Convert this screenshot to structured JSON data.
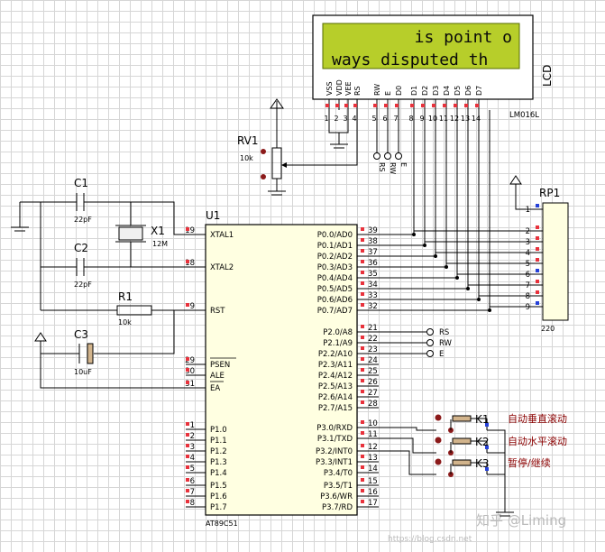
{
  "lcd": {
    "line1": "is point o",
    "line2": "ways disputed th",
    "title": "LCD",
    "model": "LM016L",
    "pin_names": [
      "VSS",
      "VDD",
      "VEE",
      "RS",
      "RW",
      "E",
      "D0",
      "D1",
      "D2",
      "D3",
      "D4",
      "D5",
      "D6",
      "D7"
    ],
    "pin_numbers": [
      "1",
      "2",
      "3",
      "4",
      "5",
      "6",
      "7",
      "8",
      "9",
      "10",
      "11",
      "12",
      "13",
      "14"
    ],
    "terminals": [
      "RS",
      "RW",
      "E"
    ]
  },
  "rv1": {
    "ref": "RV1",
    "value": "10k"
  },
  "rp1": {
    "ref": "RP1",
    "value": "220",
    "pins": [
      "1",
      "2",
      "3",
      "4",
      "5",
      "6",
      "7",
      "8",
      "9"
    ]
  },
  "c1": {
    "ref": "C1",
    "value": "22pF"
  },
  "c2": {
    "ref": "C2",
    "value": "22pF"
  },
  "x1": {
    "ref": "X1",
    "value": "12M"
  },
  "r1": {
    "ref": "R1",
    "value": "10k"
  },
  "c3": {
    "ref": "C3",
    "value": "10uF"
  },
  "u1": {
    "ref": "U1",
    "model": "AT89C51",
    "left_pins": [
      {
        "num": "19",
        "name": "XTAL1"
      },
      {
        "num": "18",
        "name": "XTAL2"
      },
      {
        "num": "9",
        "name": "RST"
      },
      {
        "num": "29",
        "name": "PSEN"
      },
      {
        "num": "30",
        "name": "ALE"
      },
      {
        "num": "31",
        "name": "EA"
      },
      {
        "num": "1",
        "name": "P1.0"
      },
      {
        "num": "2",
        "name": "P1.1"
      },
      {
        "num": "3",
        "name": "P1.2"
      },
      {
        "num": "4",
        "name": "P1.3"
      },
      {
        "num": "5",
        "name": "P1.4"
      },
      {
        "num": "6",
        "name": "P1.5"
      },
      {
        "num": "7",
        "name": "P1.6"
      },
      {
        "num": "8",
        "name": "P1.7"
      }
    ],
    "right_pins": [
      {
        "num": "39",
        "name": "P0.0/AD0"
      },
      {
        "num": "38",
        "name": "P0.1/AD1"
      },
      {
        "num": "37",
        "name": "P0.2/AD2"
      },
      {
        "num": "36",
        "name": "P0.3/AD3"
      },
      {
        "num": "35",
        "name": "P0.4/AD4"
      },
      {
        "num": "34",
        "name": "P0.5/AD5"
      },
      {
        "num": "33",
        "name": "P0.6/AD6"
      },
      {
        "num": "32",
        "name": "P0.7/AD7"
      },
      {
        "num": "21",
        "name": "P2.0/A8"
      },
      {
        "num": "22",
        "name": "P2.1/A9"
      },
      {
        "num": "23",
        "name": "P2.2/A10"
      },
      {
        "num": "24",
        "name": "P2.3/A11"
      },
      {
        "num": "25",
        "name": "P2.4/A12"
      },
      {
        "num": "26",
        "name": "P2.5/A13"
      },
      {
        "num": "27",
        "name": "P2.6/A14"
      },
      {
        "num": "28",
        "name": "P2.7/A15"
      },
      {
        "num": "10",
        "name": "P3.0/RXD"
      },
      {
        "num": "11",
        "name": "P3.1/TXD"
      },
      {
        "num": "12",
        "name": "P3.2/INT0"
      },
      {
        "num": "13",
        "name": "P3.3/INT1"
      },
      {
        "num": "14",
        "name": "P3.4/T0"
      },
      {
        "num": "15",
        "name": "P3.5/T1"
      },
      {
        "num": "16",
        "name": "P3.6/WR"
      },
      {
        "num": "17",
        "name": "P3.7/RD"
      }
    ]
  },
  "p2_terminals": [
    "RS",
    "RW",
    "E"
  ],
  "keys": [
    {
      "ref": "K1",
      "label": "自动垂直滚动"
    },
    {
      "ref": "K2",
      "label": "自动水平滚动"
    },
    {
      "ref": "K3",
      "label": "暂停/继续"
    }
  ],
  "watermark": "知乎 @Liming",
  "colors": {
    "lcd_bg": "#b7ce2a",
    "chip_fill": "#ffffe1",
    "wire": "#000000",
    "pin_red": "#e8323c",
    "pin_blue": "#2540d8",
    "label_red": "#8b0000"
  }
}
